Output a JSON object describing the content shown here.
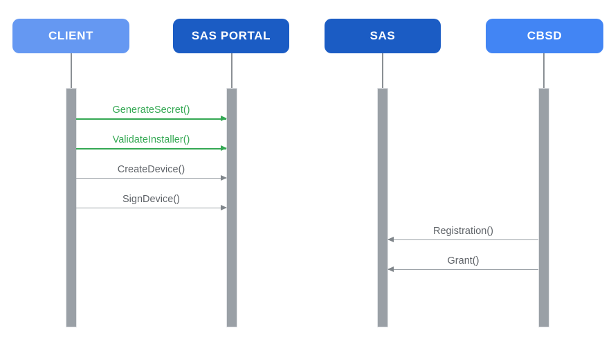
{
  "diagram": {
    "type": "sequence-diagram",
    "actors": [
      {
        "id": "client",
        "label": "CLIENT",
        "color": "#6598F2",
        "text_color": "#FFFFFF"
      },
      {
        "id": "sas-portal",
        "label": "SAS PORTAL",
        "color": "#1B5CC4",
        "text_color": "#FFFFFF"
      },
      {
        "id": "sas",
        "label": "SAS",
        "color": "#1B5CC4",
        "text_color": "#FFFFFF"
      },
      {
        "id": "cbsd",
        "label": "CBSD",
        "color": "#4285F4",
        "text_color": "#FFFFFF"
      }
    ],
    "messages": [
      {
        "label": "GenerateSecret()",
        "from": "CLIENT",
        "to": "SAS PORTAL",
        "direction": "right",
        "color": "#34A853"
      },
      {
        "label": "ValidateInstaller()",
        "from": "CLIENT",
        "to": "SAS PORTAL",
        "direction": "right",
        "color": "#34A853"
      },
      {
        "label": "CreateDevice()",
        "from": "CLIENT",
        "to": "SAS PORTAL",
        "direction": "right",
        "color": "#5F6368"
      },
      {
        "label": "SignDevice()",
        "from": "CLIENT",
        "to": "SAS PORTAL",
        "direction": "right",
        "color": "#5F6368"
      },
      {
        "label": "Registration()",
        "from": "CBSD",
        "to": "SAS",
        "direction": "left",
        "color": "#5F6368"
      },
      {
        "label": "Grant()",
        "from": "CBSD",
        "to": "SAS",
        "direction": "left",
        "color": "#5F6368"
      }
    ],
    "colors": {
      "background": "#FFFFFF",
      "activation_bar": "#9AA0A6",
      "lifeline": "#8A8F94",
      "gray_arrow": "#9AA0A6",
      "green_arrow": "#34A853"
    }
  }
}
